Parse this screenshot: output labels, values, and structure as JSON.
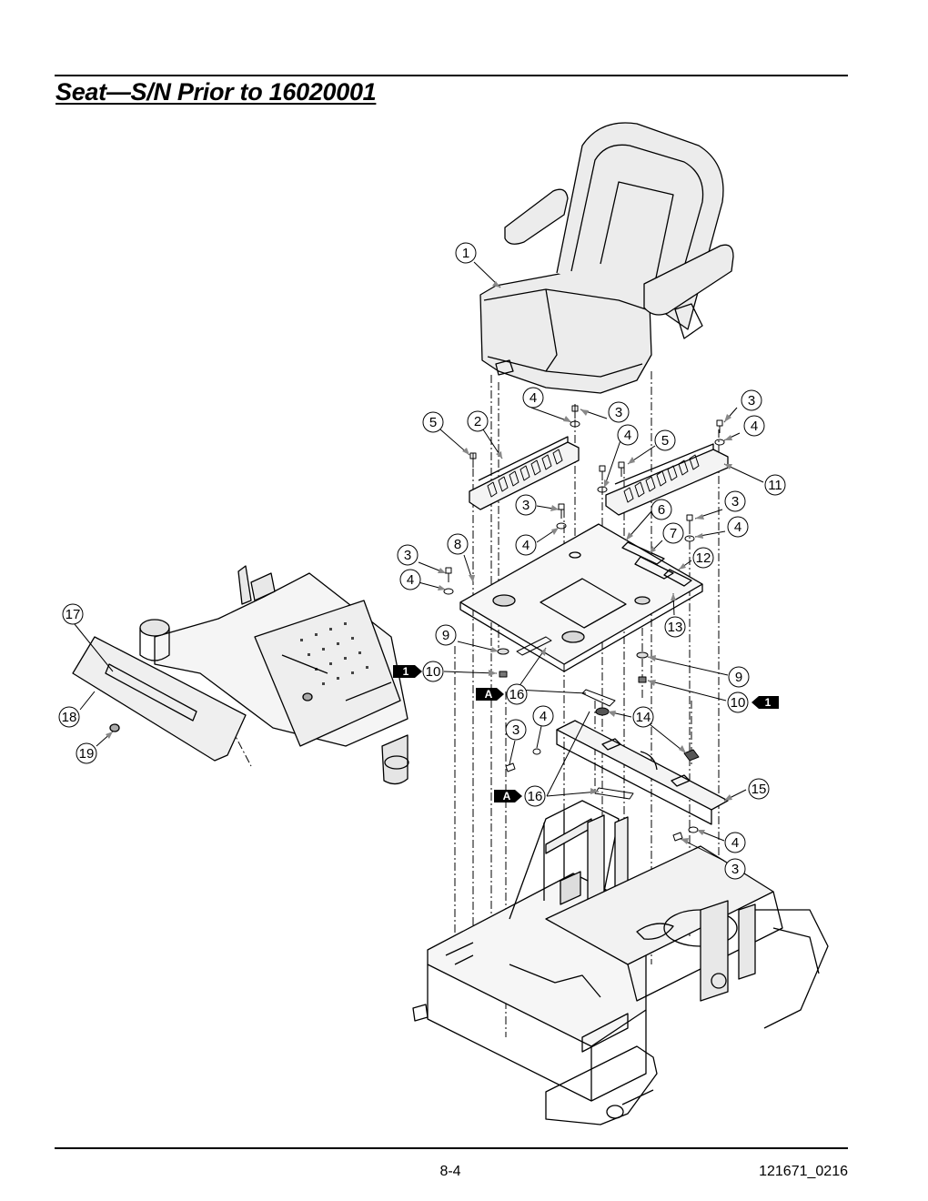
{
  "page": {
    "title": "Seat—S/N Prior to 16020001",
    "page_number": "8-4",
    "document_id": "121671_0216"
  },
  "callouts": [
    {
      "label": "1"
    },
    {
      "label": "2"
    },
    {
      "label": "3"
    },
    {
      "label": "3"
    },
    {
      "label": "3"
    },
    {
      "label": "3"
    },
    {
      "label": "3"
    },
    {
      "label": "3"
    },
    {
      "label": "3"
    },
    {
      "label": "4"
    },
    {
      "label": "4"
    },
    {
      "label": "4"
    },
    {
      "label": "4"
    },
    {
      "label": "4"
    },
    {
      "label": "4"
    },
    {
      "label": "4"
    },
    {
      "label": "4"
    },
    {
      "label": "5"
    },
    {
      "label": "5"
    },
    {
      "label": "6"
    },
    {
      "label": "7"
    },
    {
      "label": "8"
    },
    {
      "label": "9"
    },
    {
      "label": "9"
    },
    {
      "label": "10"
    },
    {
      "label": "10"
    },
    {
      "label": "11"
    },
    {
      "label": "12"
    },
    {
      "label": "13"
    },
    {
      "label": "14"
    },
    {
      "label": "15"
    },
    {
      "label": "16"
    },
    {
      "label": "16"
    },
    {
      "label": "17"
    },
    {
      "label": "18"
    },
    {
      "label": "19"
    }
  ],
  "tags": [
    {
      "label": "1"
    },
    {
      "label": "1"
    },
    {
      "label": "A"
    },
    {
      "label": "A"
    }
  ]
}
